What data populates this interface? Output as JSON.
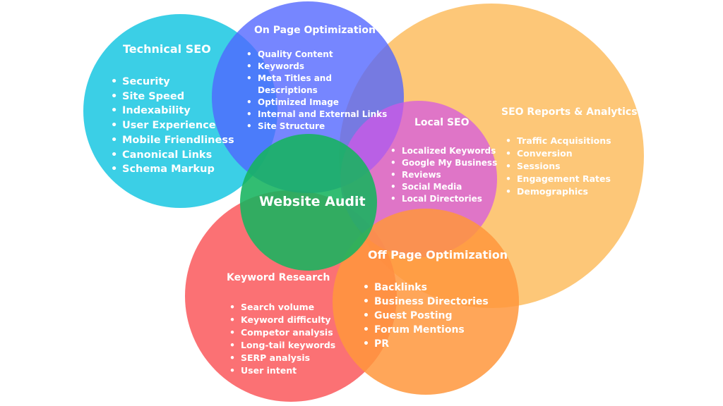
{
  "center": {
    "title": "Website Audit"
  },
  "technical_seo": {
    "title": "Technical SEO",
    "items": [
      "Security",
      "Site Speed",
      "Indexability",
      "User Experience",
      "Mobile Friendliness",
      "Canonical Links",
      "Schema Markup"
    ]
  },
  "on_page": {
    "title": "On Page Optimization",
    "items": [
      "Quality Content",
      "Keywords",
      "Meta Titles and",
      "Descriptions",
      "Optimized Image",
      "Internal and External Links",
      "Site Structure"
    ]
  },
  "seo_reports": {
    "title": "SEO Reports & Analytics",
    "items": [
      "Traffic Acquisitions",
      "Conversion",
      "Sessions",
      "Engagement Rates",
      "Demographics"
    ]
  },
  "local_seo": {
    "title": "Local SEO",
    "items": [
      "Localized Keywords",
      "Google My Business",
      "Reviews",
      "Social Media",
      "Local Directories"
    ]
  },
  "keyword_research": {
    "title": "Keyword Research",
    "items": [
      "Search volume",
      "Keyword difficulty",
      "Competor analysis",
      "Long-tail keywords",
      "SERP analysis",
      "User intent"
    ]
  },
  "off_page": {
    "title": "Off Page Optimization",
    "items": [
      "Backlinks",
      "Business Directories",
      "Guest Posting",
      "Forum Mentions",
      "PR"
    ]
  },
  "colors": {
    "technical_seo": "#20c8e2",
    "on_page": "#5064ff",
    "seo_reports": "#fdbd60",
    "local_seo": "#d256e6",
    "keyword_research": "#fa585c",
    "off_page": "#ff963c",
    "website_audit": "#16b45f"
  }
}
